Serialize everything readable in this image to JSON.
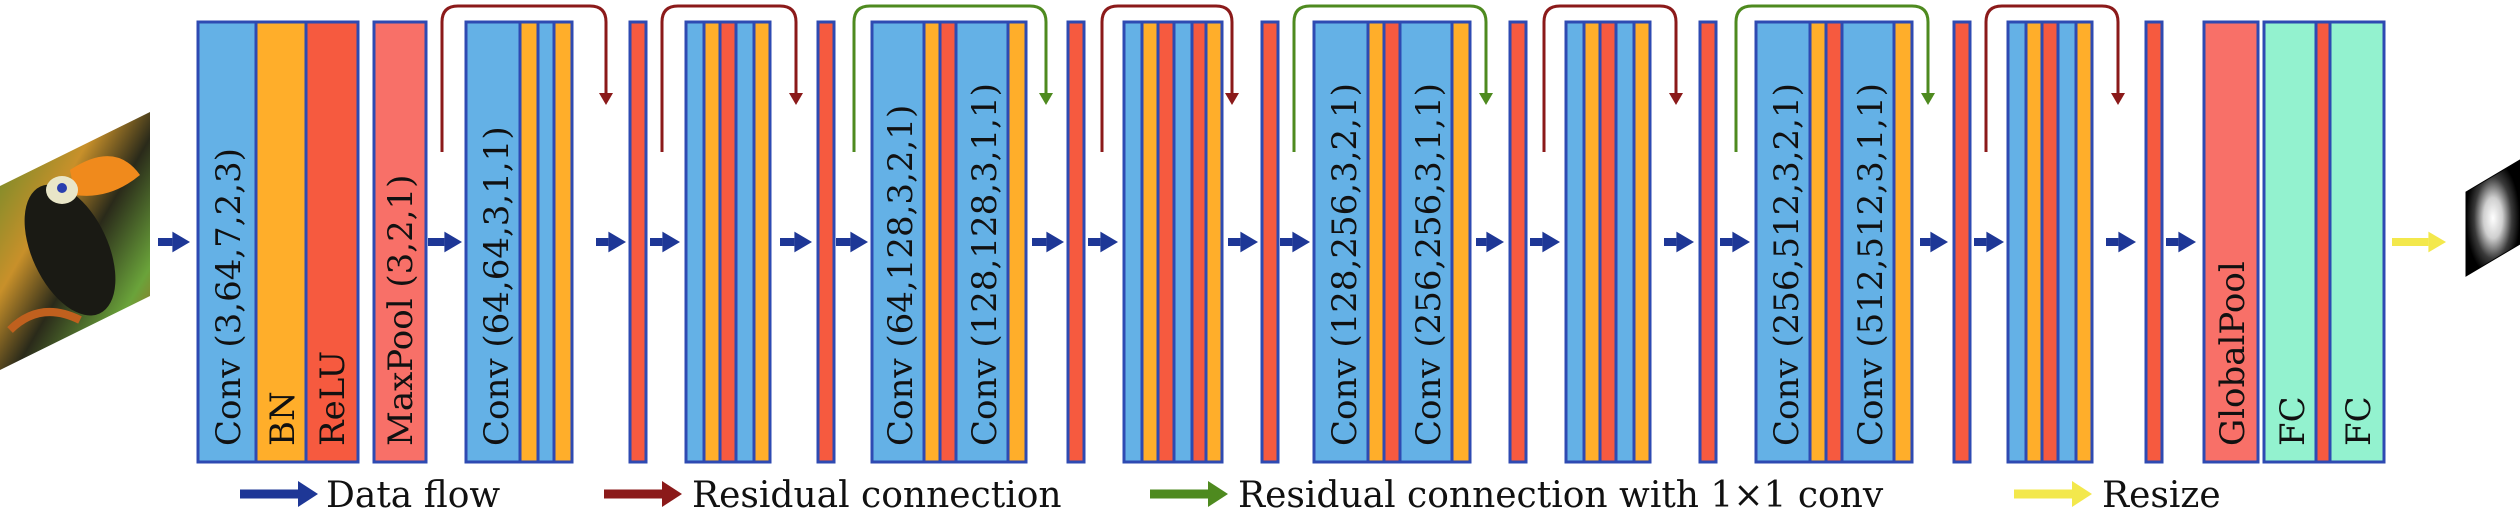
{
  "colors": {
    "conv": "#64b1e6",
    "bn": "#ffae2a",
    "relu": "#f65a3f",
    "pool": "#f87068",
    "fc": "#93f2cf",
    "border": "#2e4ab2",
    "data_flow": "#1e3796",
    "residual": "#8b1a1a",
    "residual_conv": "#4e8a1f",
    "resize": "#f3e84c"
  },
  "layers": {
    "conv1": "Conv (3,64,7,2,3)",
    "bn": "BN",
    "relu": "ReLU",
    "maxpool": "MaxPool (3,2,1)",
    "stage1_conv": "Conv (64,64,3,1,1)",
    "stage2_conv_a": "Conv (64,128,3,2,1)",
    "stage2_conv_b": "Conv (128,128,3,1,1)",
    "stage3_conv_a": "Conv (128,256,3,2,1)",
    "stage3_conv_b": "Conv (256,256,3,1,1)",
    "stage4_conv_a": "Conv (256,512,3,2,1)",
    "stage4_conv_b": "Conv (512,512,3,1,1)",
    "globalpool": "GlobalPool",
    "fc1": "FC",
    "fc2": "FC"
  },
  "icons": {
    "input": "toucan-photo-icon",
    "output": "heatmap-output-icon"
  },
  "legend": {
    "data_flow": "Data flow",
    "residual": "Residual connection",
    "residual_conv": "Residual connection with 1×1 conv",
    "resize": "Resize"
  }
}
